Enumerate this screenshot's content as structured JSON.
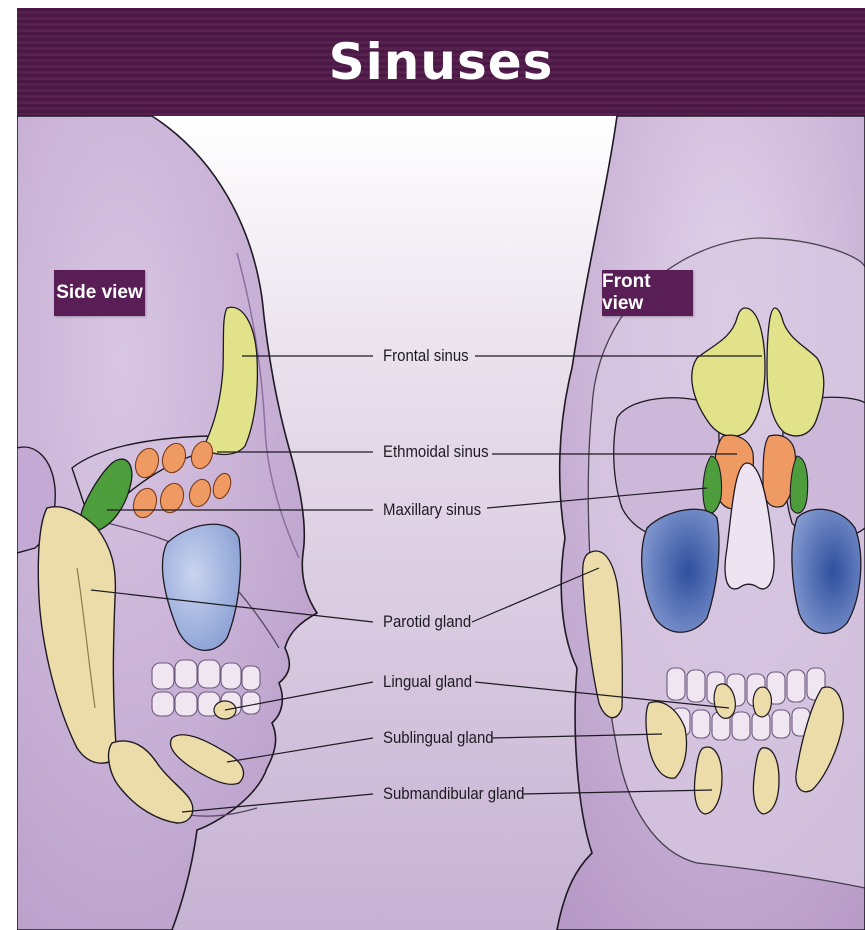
{
  "title": "Sinuses",
  "views": {
    "side": "Side view",
    "front": "Front view"
  },
  "labels": {
    "frontal_sinus": "Frontal sinus",
    "ethmoidal_sinus": "Ethmoidal sinus",
    "maxillary_sinus": "Maxillary sinus",
    "parotid_gland": "Parotid gland",
    "lingual_gland": "Lingual gland",
    "sublingual_gland": "Sublingual gland",
    "submandibular_gland": "Submandibular gland"
  },
  "colors": {
    "banner": "#4b1744",
    "skin": "#c9b0d8",
    "frontal_sinus": "#e1e28a",
    "ethmoidal_sinus": "#ee9a62",
    "maxillary_sinus": "#3f5fae",
    "side_green_sinus": "#4e9d3c",
    "glands": "#ecdcaa"
  }
}
